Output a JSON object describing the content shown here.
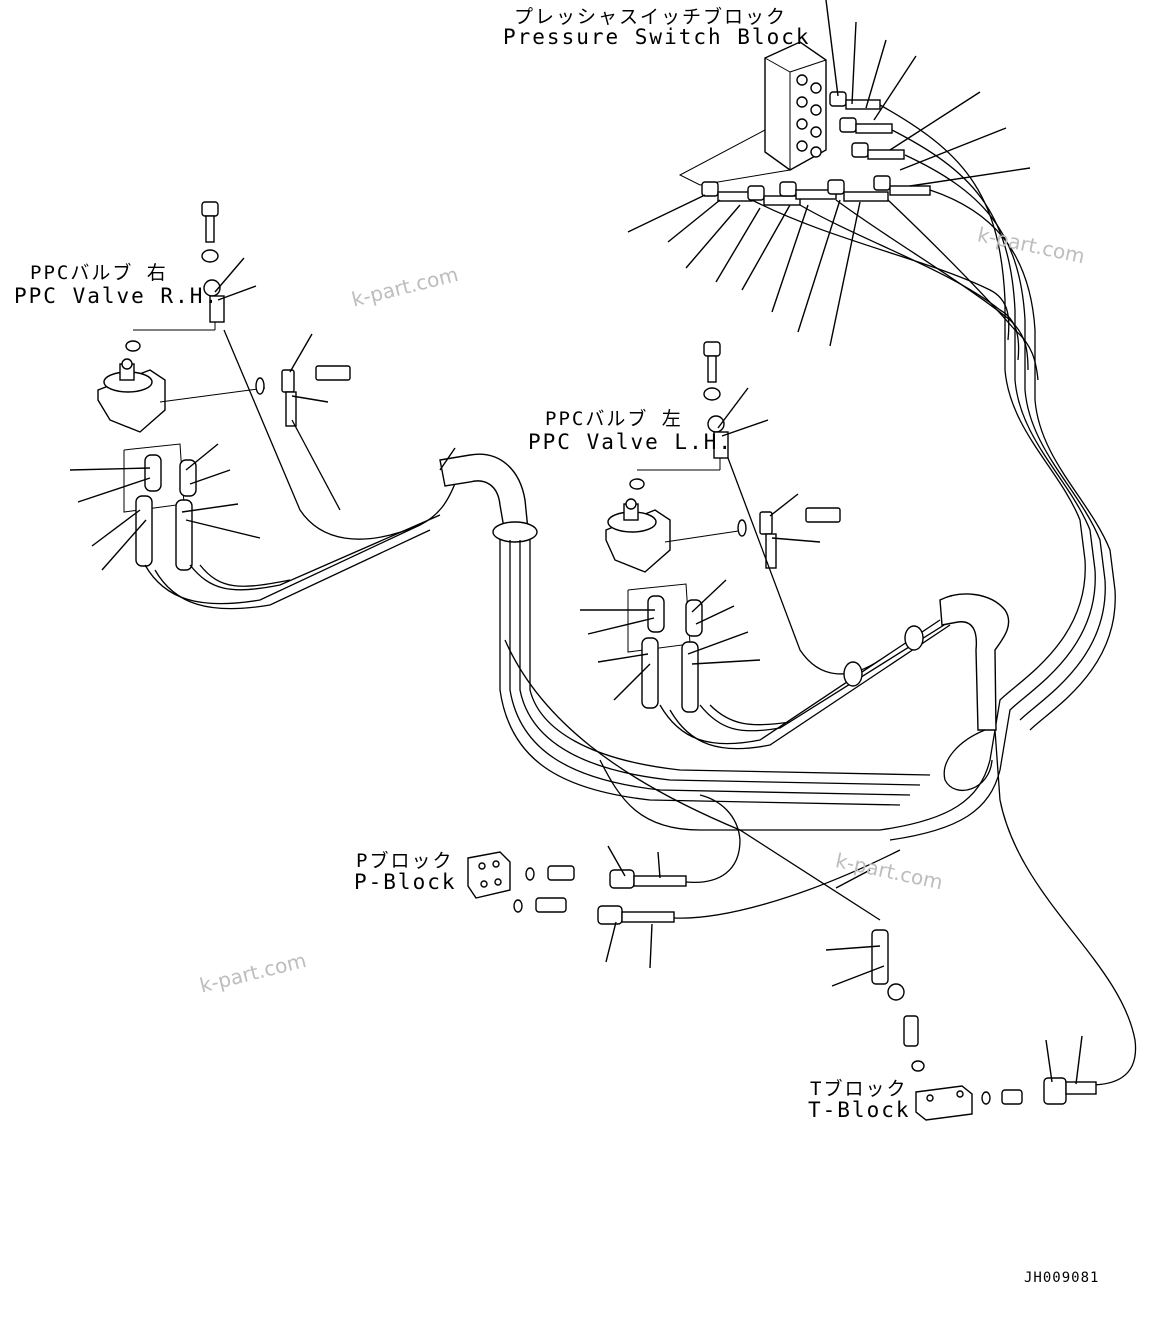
{
  "labels": {
    "pressure_switch_jp": "プレッシャスイッチブロック",
    "pressure_switch_en": "Pressure Switch Block",
    "ppc_rh_jp": "PPCバルブ 右",
    "ppc_rh_en": "PPC Valve R.H.",
    "ppc_lh_jp": "PPCバルブ 左",
    "ppc_lh_en": "PPC Valve L.H.",
    "p_block_jp": "Pブロック",
    "p_block_en": "P-Block",
    "t_block_jp": "Tブロック",
    "t_block_en": "T-Block"
  },
  "watermark": "k-part.com",
  "drawing_code": "JH009081"
}
